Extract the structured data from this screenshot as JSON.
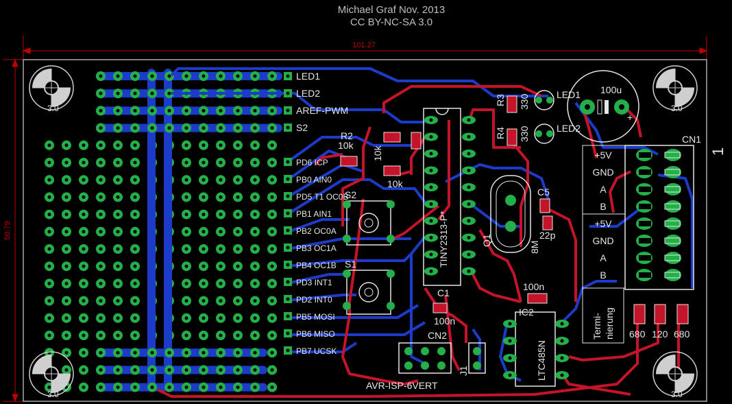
{
  "header": {
    "author_line": "Michael Graf Nov. 2013",
    "license_line": "CC BY-NC-SA 3.0"
  },
  "dimensions": {
    "width_label": "101.27",
    "height_label": "50.79"
  },
  "mounting_holes": {
    "label": "3.0"
  },
  "header_pins": [
    "LED1",
    "LED2",
    "AREF-PWM",
    "S2",
    "PD6 ICP",
    "PB0 AIN0",
    "PD5 T1 OC0B",
    "PB1 AIN1",
    "PB2 OC0A",
    "PB3 OC1A",
    "PB4 OC1B",
    "PD3 INT1",
    "PD2 INT0",
    "PB5 MOSI",
    "PB6 MISO",
    "PB7 UCSK"
  ],
  "components": {
    "ic1_value": "TINY2313-P*",
    "ic2_label": "IC2",
    "ic2_value": "LTC485N",
    "crystal": "Q1",
    "crystal_value": "8M",
    "c1": "C1",
    "c1_value": "100n",
    "c3_value": "100n",
    "c5": "C5",
    "c5_value": "22p",
    "cap_100u": "100u",
    "r2": "R2",
    "r2_value": "10k",
    "r_10k_b": "10k",
    "r_10k_c": "10k",
    "r3": "R3",
    "r3_value": "330",
    "r4": "R4",
    "r4_value": "330",
    "led1": "LED1",
    "led2": "LED2",
    "s1": "S1",
    "s2": "S2",
    "cn1": "CN1",
    "cn1_pin1": "1",
    "cn2": "CN2",
    "cn2_value": "AVR-ISP-6VERT",
    "j1": "J1"
  },
  "cn1_terminals": [
    "+5V",
    "GND",
    "A",
    "B",
    "+5V",
    "GND",
    "A",
    "B"
  ],
  "termination": {
    "label_line1": "Termi-",
    "label_line2": "nierung",
    "r_values": [
      "680",
      "120",
      "680"
    ]
  },
  "colors": {
    "background": "#000000",
    "top_copper": "#c4142a",
    "bottom_copper": "#1d3bc9",
    "pad": "#23b04a",
    "silkscreen": "#e6e6e6",
    "dimension": "#c00000"
  }
}
